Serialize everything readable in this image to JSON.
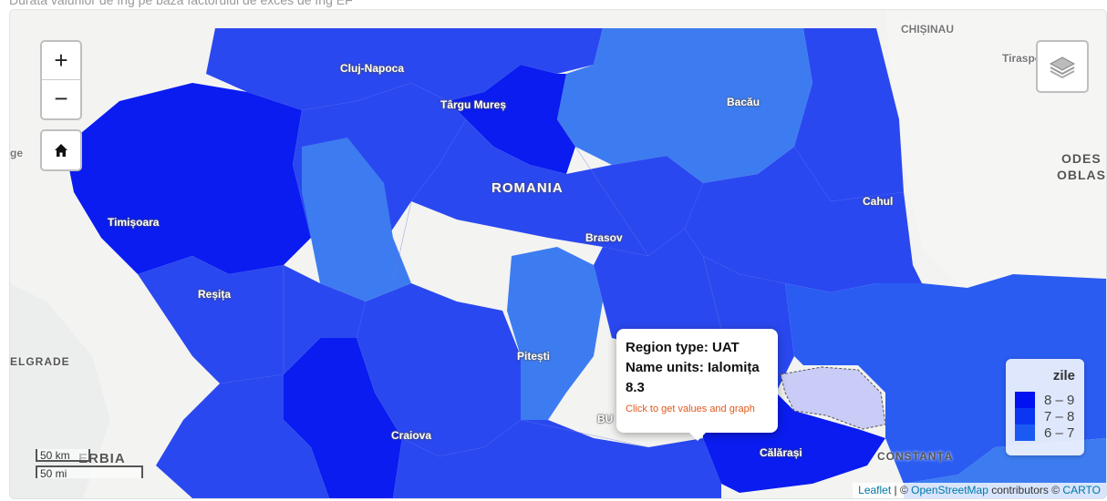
{
  "caption": "Durata valurilor de frig pe baza factorului de exces de frig EF",
  "map": {
    "labels": {
      "chisinau": "CHIȘINAU",
      "tiraspol": "Tiraspo",
      "cluj": "Cluj-Napoca",
      "targu_mures": "Târgu Mureș",
      "bacau": "Bacău",
      "romania": "ROMANIA",
      "odesa_1": "ODES",
      "odesa_2": "OBLAS",
      "cahul": "Cahul",
      "timisoara": "Timișoara",
      "brasov": "Brasov",
      "resita": "Reșița",
      "belgrade": "ELGRADE",
      "pitesti": "Pitești",
      "bucuresti": "BU",
      "craiova": "Craiova",
      "calarasi": "Călărași",
      "constanta": "CONSTANȚA",
      "serbia": "ERBIA",
      "ge": "ge"
    },
    "colors": {
      "dark": "#0a1cf0",
      "mid": "#2a48f0",
      "light": "#3d7cf0",
      "selected": "#c8ccf6"
    }
  },
  "controls": {
    "zoom_in": "+",
    "zoom_out": "−",
    "home_icon": "home-icon",
    "layers_icon": "layers-icon"
  },
  "popup": {
    "region_type": "Region type: UAT",
    "name_units": "Name units: Ialomița",
    "value": "8.3",
    "link": "Click to get values and graph"
  },
  "legend": {
    "title": "zile",
    "items": [
      {
        "label": "8 – 9",
        "color": "#0012f2"
      },
      {
        "label": "7 – 8",
        "color": "#0a36f2"
      },
      {
        "label": "6 – 7",
        "color": "#1a5af2"
      }
    ]
  },
  "scale": {
    "km": "50 km",
    "mi": "50 mi"
  },
  "attribution": {
    "leaflet": "Leaflet",
    "sep1": " | © ",
    "osm": "OpenStreetMap",
    "contributors": " contributors © ",
    "carto": "CARTO"
  }
}
